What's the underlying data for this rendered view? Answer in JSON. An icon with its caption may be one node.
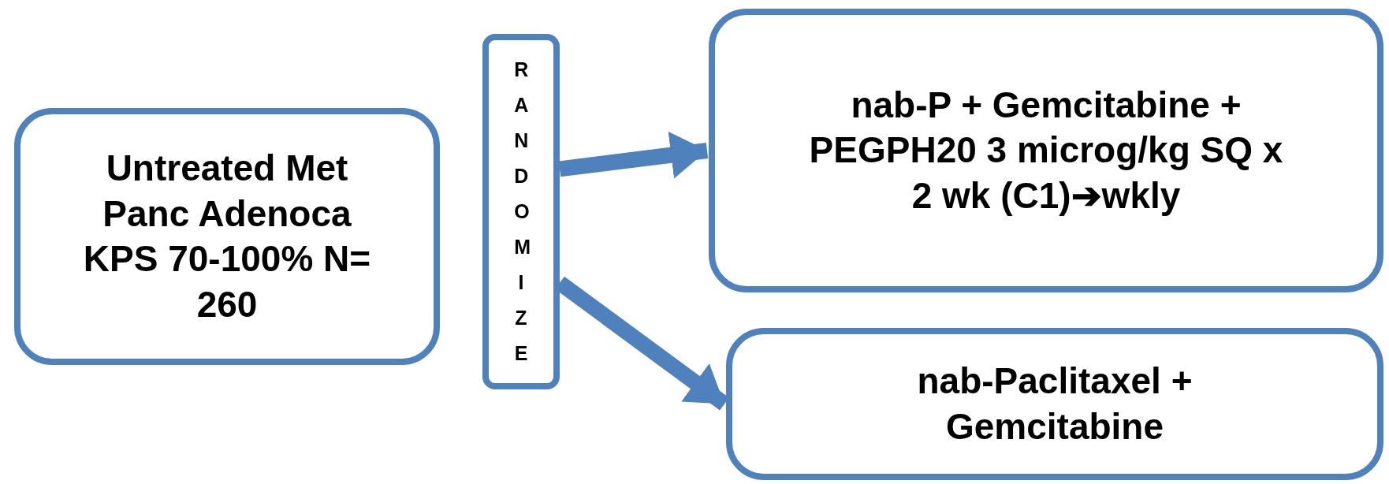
{
  "diagram": {
    "nodes": [
      {
        "text": [
          "Untreated Met Panc Adenoca KPS 70-100% N= 260"
        ]
      },
      {
        "text": [
          "RANDOMIZE"
        ]
      },
      {
        "text": [
          "nab-P + Gemcitabine + PEGPH20 3 microg/kg SQ x 2 wk (C1)➔wkly"
        ]
      },
      {
        "text": [
          "nab-Paclitaxel + Gemcitabine"
        ]
      }
    ],
    "edges": [
      {
        "from": 1,
        "to": 2,
        "arrow": "to"
      },
      {
        "from": 1,
        "to": 3,
        "arrow": "to"
      }
    ]
  }
}
